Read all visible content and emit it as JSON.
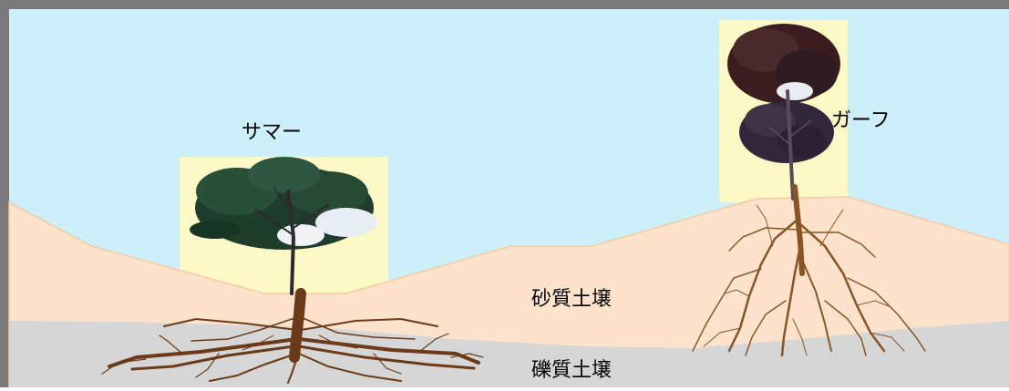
{
  "labels": {
    "tree_left": "サマー",
    "tree_right": "ガーフ",
    "sandy_soil": "砂質土壌",
    "gravel_soil": "礫質土壌"
  },
  "colors": {
    "frame": "#7a7a7a",
    "sky": "#cdeff9",
    "sandy_soil": "#fde3cc",
    "sandy_soil_edge": "#f6c9a0",
    "gravel_soil": "#d6d6d6",
    "tree_backdrop": "#fdf9c6",
    "root": "#6b3a18",
    "canopy_left": "#1f3d2c",
    "canopy_right": "#3c1d1f"
  }
}
